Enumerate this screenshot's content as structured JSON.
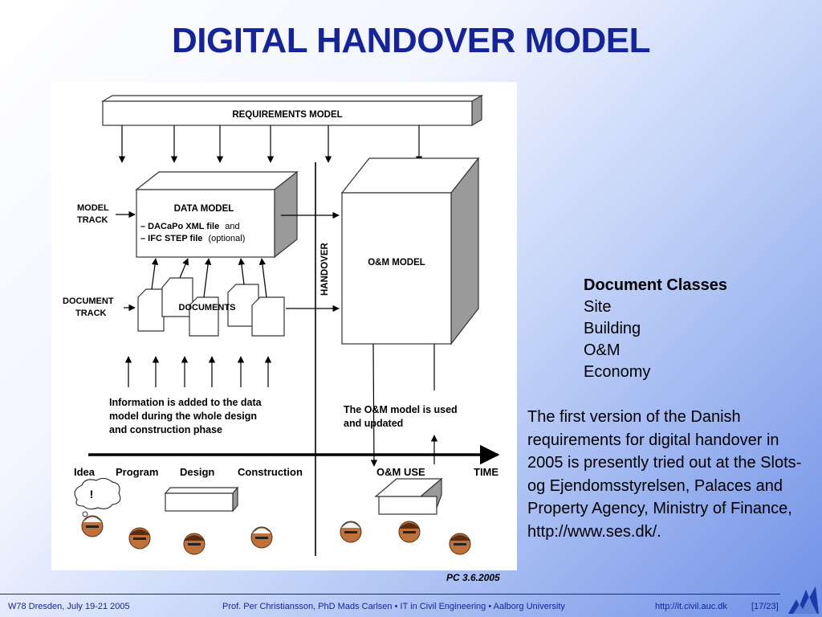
{
  "slide": {
    "title": "DIGITAL HANDOVER MODEL"
  },
  "diagram": {
    "requirements_model": "REQUIREMENTS MODEL",
    "data_model": {
      "title": "DATA MODEL",
      "line1_bold": "– DACaPo XML file",
      "line1_rest": "and",
      "line2_bold": "– IFC STEP file",
      "line2_rest": "(optional)"
    },
    "model_track": [
      "MODEL",
      "TRACK"
    ],
    "document_track": [
      "DOCUMENT",
      "TRACK"
    ],
    "documents": "DOCUMENTS",
    "handover": "HANDOVER",
    "om_model": "O&M MODEL",
    "info_text": [
      "Information is added to the data",
      "model during the whole design",
      "and construction phase"
    ],
    "om_used_text": [
      "The O&M model is used",
      "and updated"
    ],
    "phases": [
      "Idea",
      "Program",
      "Design",
      "Construction"
    ],
    "om_use": "O&M USE",
    "time": "TIME",
    "idea_bubble": "!"
  },
  "caption": "PC 3.6.2005",
  "document_classes": {
    "heading": "Document Classes",
    "items": [
      "Site",
      "Building",
      "O&M",
      "Economy"
    ]
  },
  "description": "The first version of the Danish requirements for digital handover in 2005 is presently tried out at the Slots- og Ejendomsstyrelsen, Palaces and Property Agency, Ministry of Finance, http://www.ses.dk/.",
  "footer": {
    "event": "W78 Dresden, July 19-21 2005",
    "authors": "Prof. Per Christiansson, PhD Mads Carlsen • IT in Civil Engineering • Aalborg University",
    "url": "http://it.civil.auc.dk",
    "page": "[17/23]"
  },
  "colors": {
    "title": "#15249a",
    "footer_text": "#15249a",
    "background_gradient_end": "#6f90e6"
  },
  "icons": [
    "thought-bubble-icon",
    "person-face-icon",
    "house-icon",
    "university-logo-icon"
  ]
}
